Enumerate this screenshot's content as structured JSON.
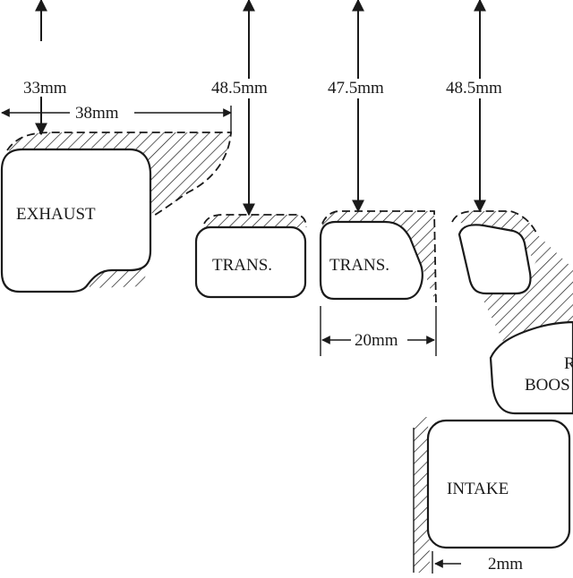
{
  "ports": {
    "exhaust": "EXHAUST",
    "trans1": "TRANS.",
    "trans2": "TRANS.",
    "boost_line1": "R",
    "boost_line2": "BOOS",
    "intake": "INTAKE"
  },
  "dimensions": {
    "exhaust_height": "33mm",
    "exhaust_width": "38mm",
    "trans1_height": "48.5mm",
    "trans2_height": "47.5mm",
    "boost_height": "48.5mm",
    "trans2_width": "20mm",
    "intake_gap": "2mm"
  }
}
